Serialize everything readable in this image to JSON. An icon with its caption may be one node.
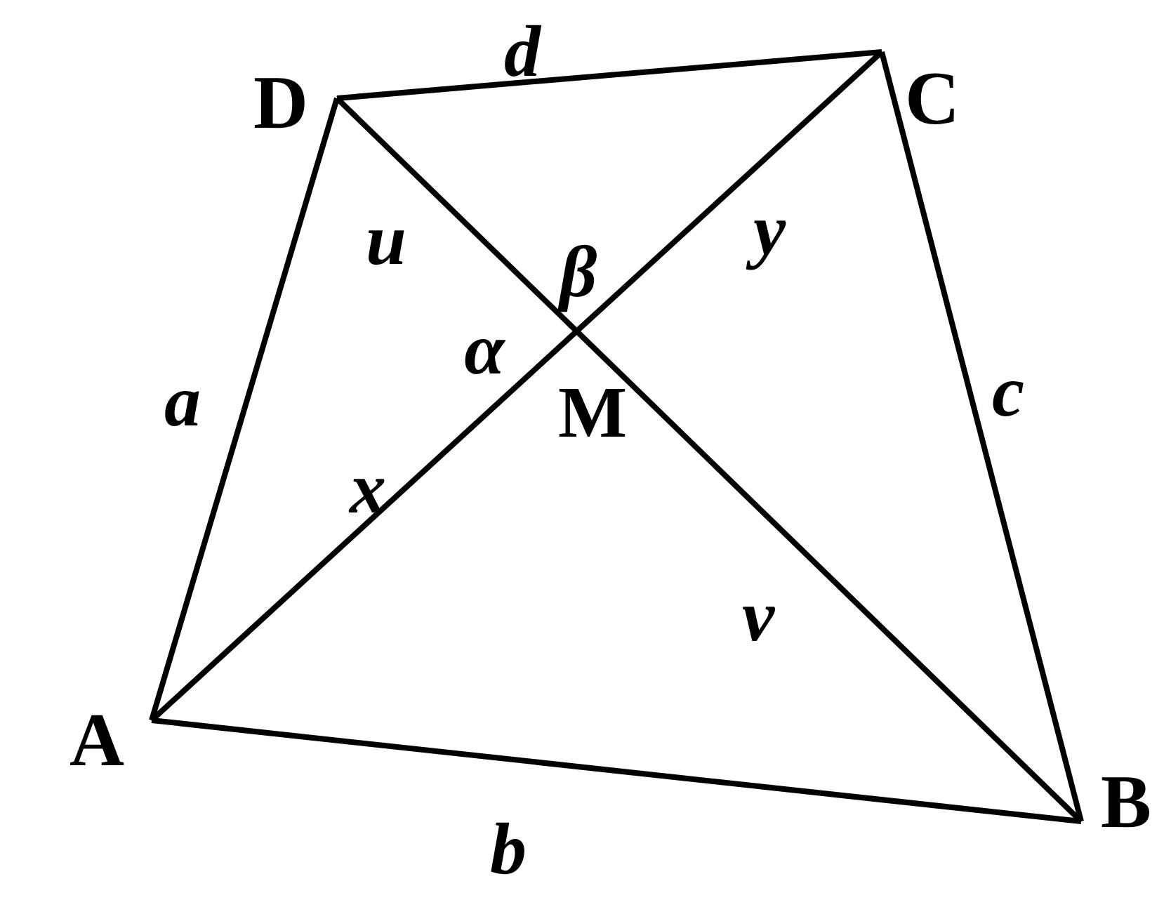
{
  "diagram": {
    "nodes": [
      {
        "text": [
          "D"
        ]
      },
      {
        "text": [
          "C"
        ]
      },
      {
        "text": [
          "A"
        ]
      },
      {
        "text": [
          "B"
        ]
      }
    ],
    "edges": [
      {
        "from": 0,
        "to": 1,
        "arrow": "none",
        "label": "d"
      },
      {
        "from": 1,
        "to": 3,
        "arrow": "none",
        "label": "c"
      },
      {
        "from": 2,
        "to": 3,
        "arrow": "none",
        "label": "b"
      },
      {
        "from": 0,
        "to": 2,
        "arrow": "none",
        "label": "a"
      },
      {
        "from": 2,
        "to": 1,
        "arrow": "none",
        "label": "x"
      },
      {
        "from": 0,
        "to": 3,
        "arrow": "none",
        "label": "v"
      }
    ],
    "labels": [
      "u",
      "y",
      "β",
      "α",
      "M"
    ]
  }
}
